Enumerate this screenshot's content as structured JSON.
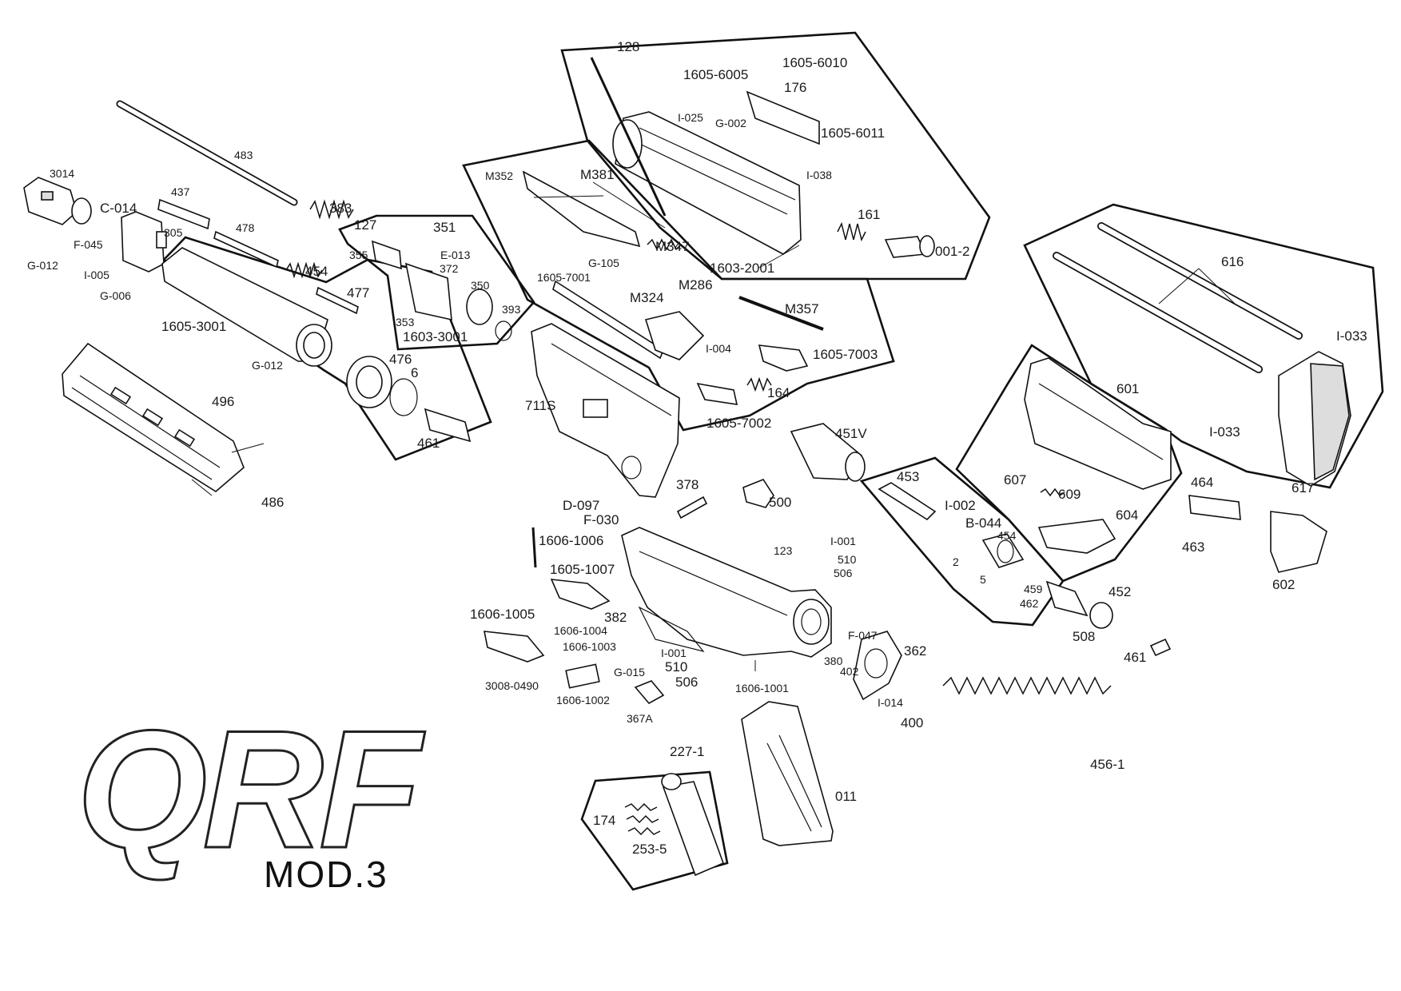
{
  "brand": {
    "logo": "QRF",
    "model": "MOD.3"
  },
  "parts": {
    "p483": "483",
    "p3014": "3014",
    "pC014": "C-014",
    "p437": "437",
    "p305": "305",
    "pF045": "F-045",
    "p478": "478",
    "pG012a": "G-012",
    "pI005": "I-005",
    "pG006": "G-006",
    "p383": "383",
    "p454a": "454",
    "p477": "477",
    "p1605_3001": "1605-3001",
    "pG012b": "G-012",
    "p476": "476",
    "p6": "6",
    "p461a": "461",
    "p496": "496",
    "p486": "486",
    "p127": "127",
    "p351": "351",
    "p355": "355",
    "pE013": "E-013",
    "p372": "372",
    "p350": "350",
    "p353": "353",
    "p1603_3001": "1603-3001",
    "p393": "393",
    "pM352": "M352",
    "pM381": "M381",
    "pM347": "M347",
    "pG105": "G-105",
    "p1605_7001": "1605-7001",
    "pM324": "M324",
    "pM286": "M286",
    "pM357": "M357",
    "pI004": "I-004",
    "p1605_7003": "1605-7003",
    "p164": "164",
    "p1605_7002": "1605-7002",
    "p128": "128",
    "p1605_6005": "1605-6005",
    "p1605_6010": "1605-6010",
    "p176": "176",
    "pI025": "I-025",
    "pG002": "G-002",
    "p1605_6011": "1605-6011",
    "pI038": "I-038",
    "p161": "161",
    "p001_2": "001-2",
    "p1603_2001": "1603-2001",
    "p711S": "711S",
    "p451V": "451V",
    "p500": "500",
    "p378": "378",
    "pD097": "D-097",
    "pF030": "F-030",
    "p1606_1006": "1606-1006",
    "p1605_1007": "1605-1007",
    "p382": "382",
    "p1606_1005": "1606-1005",
    "p1606_1004": "1606-1004",
    "p1606_1003": "1606-1003",
    "p3008_0490": "3008-0490",
    "p1606_1002": "1606-1002",
    "pG015": "G-015",
    "pI001a": "I-001",
    "p510a": "510",
    "p506a": "506",
    "p367A": "367A",
    "p1606_1001": "1606-1001",
    "p123": "123",
    "pI001b": "I-001",
    "p510b": "510",
    "p506b": "506",
    "pF047": "F-047",
    "p380": "380",
    "p402": "402",
    "p362": "362",
    "pI014": "I-014",
    "p400": "400",
    "p227_1": "227-1",
    "p174": "174",
    "p253_5": "253-5",
    "p011": "011",
    "p456_1": "456-1",
    "p461b": "461",
    "p453": "453",
    "pI002": "I-002",
    "pB044": "B-044",
    "p454b": "454",
    "p2": "2",
    "p5": "5",
    "p459": "459",
    "p462": "462",
    "p452": "452",
    "p508": "508",
    "p601": "601",
    "p607": "607",
    "p609": "609",
    "p604": "604",
    "p616": "616",
    "pI033a": "I-033",
    "pI033b": "I-033",
    "p617": "617",
    "p464": "464",
    "p463": "463",
    "p602": "602"
  }
}
